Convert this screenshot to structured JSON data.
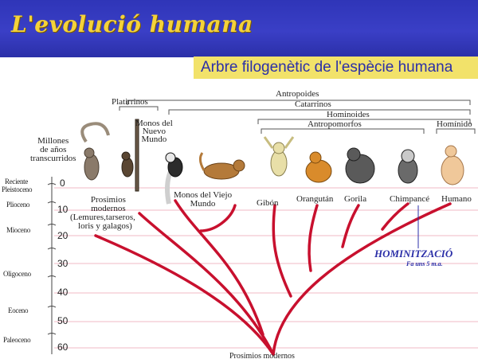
{
  "title": "L'evolució humana",
  "subtitle": "Arbre filogenètic de l'espècie humana",
  "axis_title": [
    "Millones",
    "de años",
    "transcurridos"
  ],
  "epochs": [
    "Reciente",
    "Pleistoceno",
    "Plioceno",
    "Mioceno",
    "Oligoceno",
    "Eoceno",
    "Paleoceno"
  ],
  "ticks": [
    "0",
    "10",
    "20",
    "30",
    "40",
    "50",
    "60"
  ],
  "groups": {
    "antropoides": "Antropoides",
    "platirrinos": "Platirrinos",
    "catarrinos": "Catarrinos",
    "hominoides": "Hominoides",
    "antropomorfos": "Antropomorfos",
    "hominido": "Homínido"
  },
  "taxa": {
    "prosimios": [
      "Prosimios",
      "modernos",
      "(Lemures,tarseros,",
      "loris y galagos)"
    ],
    "nuevo_mundo": [
      "Monos del",
      "Nuevo",
      "Mundo"
    ],
    "viejo_mundo": [
      "Monos del Viejo",
      "Mundo"
    ],
    "gibon": "Gibón",
    "orangutan": "Orangután",
    "gorila": "Gorila",
    "chimpance": "Chimpancé",
    "humano": "Humano"
  },
  "hominitzacio": "HOMINITZACIÓ",
  "hominitzacio_sub": "Fa uns 5 m.a.",
  "root_label": "Prosimios modernos",
  "colors": {
    "banner": "#2f35b8",
    "title": "#f4d23a",
    "subtitle_bg": "#f2e26a",
    "tree": "#c8102e",
    "gridline": "#f2b8c4",
    "accent": "#2b2fa8"
  }
}
